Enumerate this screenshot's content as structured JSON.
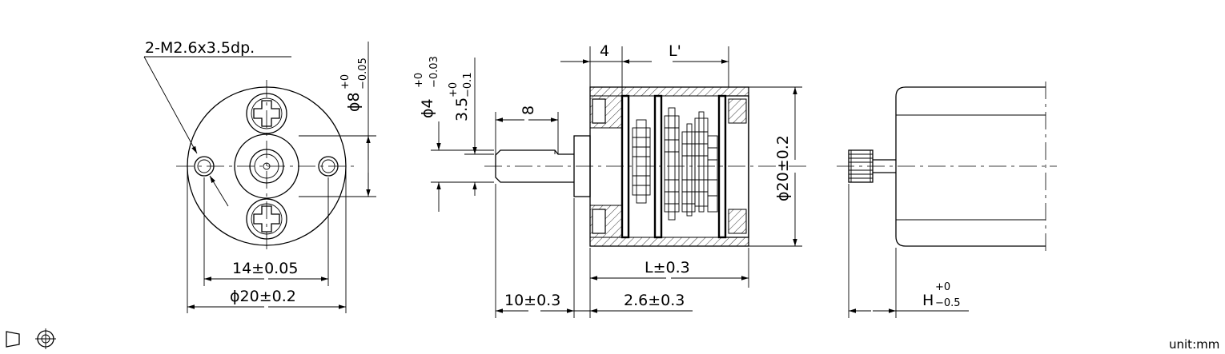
{
  "front_view": {
    "hole_callout": "2-M2.6x3.5dp.",
    "boss_dia": "ϕ8",
    "boss_tol_upper": "+0",
    "boss_tol_lower": "−0.05",
    "hole_spacing": "14±0.05",
    "body_dia": "ϕ20±0.2"
  },
  "side_view": {
    "shaft_dia": "ϕ4",
    "shaft_tol_upper": "+0",
    "shaft_tol_lower": "−0.03",
    "flat_height": "3.5",
    "flat_tol_upper": "+0",
    "flat_tol_lower": "−0.1",
    "flat_length": "8",
    "boss_length": "4",
    "gear_length": "L'",
    "gearbox_length": "L±0.3",
    "shaft_length": "10±0.3",
    "boss_offset": "2.6±0.3",
    "body_dia": "ϕ20±0.2"
  },
  "motor_view": {
    "h_dim": "H",
    "h_tol_upper": "+0",
    "h_tol_lower": "−0.5"
  },
  "footer": {
    "projection_symbol": "first-angle-projection-icon",
    "unit_label": "unit:mm"
  }
}
